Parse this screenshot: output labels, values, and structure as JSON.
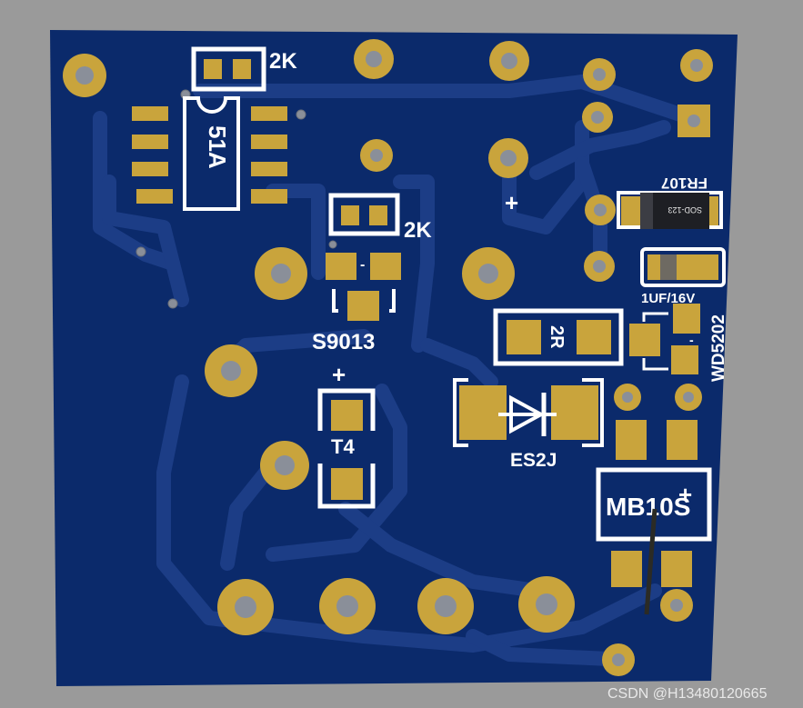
{
  "board": {
    "colors": {
      "background": "#9a9a9a",
      "board": "#0b2a6b",
      "trace": "#1b3c84",
      "pad": "#c9a43c",
      "pad_dark": "#a88428",
      "silk": "#ffffff",
      "hole": "#8a8f99"
    }
  },
  "labels": {
    "r1_value": "2K",
    "ic_name": "51A",
    "r2_value": "2K",
    "q_minus": "-",
    "transistor": "S9013",
    "plus_top": "+",
    "diode_top": "FR107",
    "diode_body": "SOD-123",
    "cap_value": "1UF/16V",
    "zener": "WD5202",
    "zener_minus": "-",
    "resistor_2r": "2R",
    "t4_plus": "+",
    "connector": "T4",
    "schottky": "ES2J",
    "bridge": "MB10S",
    "bridge_plus": "+"
  },
  "watermark": "CSDN @H13480120665"
}
